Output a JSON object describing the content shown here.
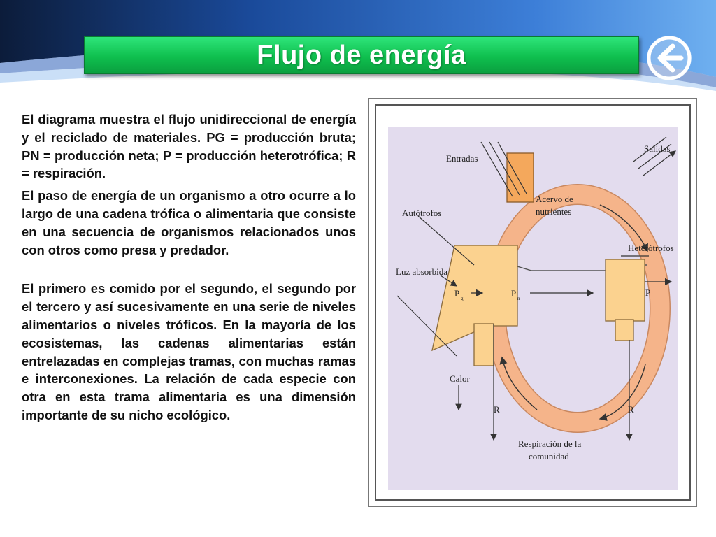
{
  "slide": {
    "title": "Flujo de energía",
    "back_icon": "back-arrow-icon",
    "paragraphs": [
      " El diagrama muestra el flujo unidireccional de energía y el reciclado de materiales. PG = producción bruta; PN = producción neta; P = producción heterotrófica; R = respiración.",
      "El paso de energía de un organismo a otro ocurre a lo largo de una cadena trófica o alimentaria que consiste en una secuencia de organismos relacionados unos con otros como presa  y predador.",
      "El primero es comido por el segundo, el segundo por el tercero y así sucesivamente en una serie de niveles alimentarios o niveles tróficos. En la mayoría de los ecosistemas, las cadenas alimentarias están entrelazadas en complejas tramas, con muchas ramas e interconexiones. La relación de cada especie con otra en esta trama alimentaria es una dimensión importante de su nicho ecológico."
    ]
  },
  "diagram": {
    "labels": {
      "entradas": "Entradas",
      "salidas": "Salidas",
      "acervo": "Acervo de",
      "nutrientes": "nutrientes",
      "autotrofos": "Autótrofos",
      "heterotrofos": "Heterótrofos",
      "luz": "Luz absorbida",
      "p_g": "P",
      "p_g_sub": "g",
      "p_n": "P",
      "p_n_sub": "n",
      "p": "P",
      "calor": "Calor",
      "r_left": "R",
      "r_right": "R",
      "respiracion": "Respiración de la",
      "comunidad": "comunidad"
    },
    "colors": {
      "background": "#e3dcee",
      "ring": "#f5b48a",
      "box": "#fbd28f",
      "nutrient_box": "#f4a85c"
    }
  },
  "theme": {
    "title_green": "#12c456",
    "band_blue": "#1d4e9e"
  }
}
